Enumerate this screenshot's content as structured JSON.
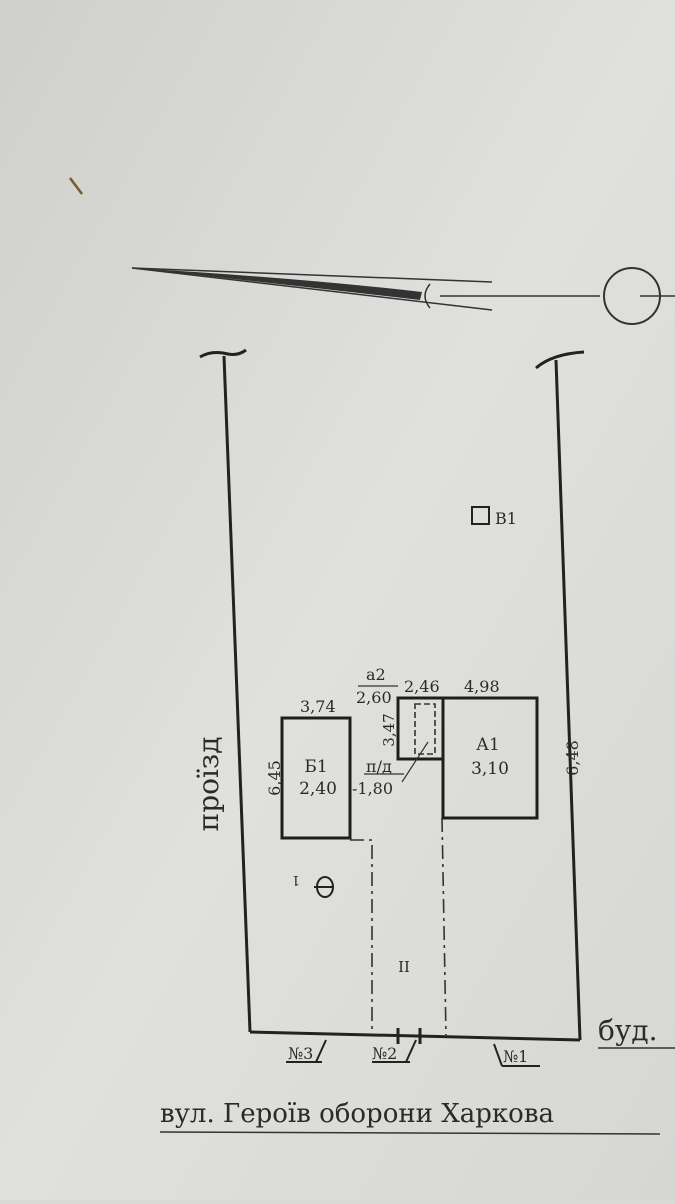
{
  "plan": {
    "building_b1": {
      "name": "Б1",
      "height": "2,40",
      "top_dim": "3,74",
      "side_dim": "6,45"
    },
    "building_a1": {
      "name": "А1",
      "height": "3,10",
      "top_dim": "4,98",
      "side_dim": "6,48"
    },
    "annex_a2": {
      "name": "а2",
      "height": "2,60",
      "top_dim": "2,46",
      "side_dim": "3,47"
    },
    "cellar": {
      "label": "п/д",
      "depth": "-1,80"
    },
    "well": {
      "label": "В1"
    },
    "toilet": {
      "label": "Ю",
      "index": "1"
    },
    "fence_mark": {
      "label": "II"
    },
    "gates": [
      "№3",
      "№2",
      "№1"
    ]
  },
  "labels": {
    "side_passage": "проїзд",
    "neighbor": "буд.",
    "street": "вул. Героїв оборони Харкова"
  }
}
